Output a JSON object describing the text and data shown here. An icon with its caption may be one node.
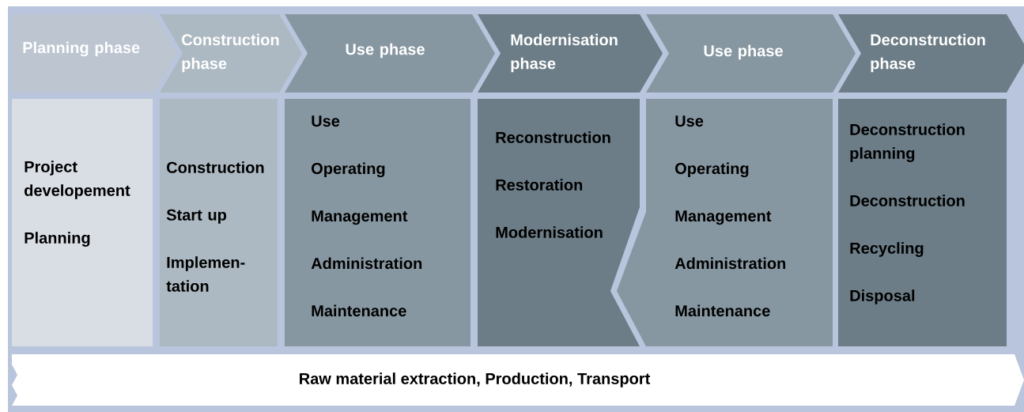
{
  "diagram": {
    "nodes": [
      {
        "text": [
          "Planning phase"
        ]
      },
      {
        "text": [
          "Construction phase"
        ]
      },
      {
        "text": [
          "Use phase"
        ]
      },
      {
        "text": [
          "Modernisation phase"
        ]
      },
      {
        "text": [
          "Use phase"
        ]
      },
      {
        "text": [
          "Deconstruction phase"
        ]
      },
      {
        "text": [
          "Project developement",
          "Planning"
        ]
      },
      {
        "text": [
          "Construction",
          "Start up",
          "Implemen-tation"
        ]
      },
      {
        "text": [
          "Use",
          "Operating",
          "Management",
          "Administration",
          "Maintenance"
        ]
      },
      {
        "text": [
          "Reconstruction",
          "Restoration",
          "Modernisation"
        ]
      },
      {
        "text": [
          "Use",
          "Operating",
          "Management",
          "Administration",
          "Maintenance"
        ]
      },
      {
        "text": [
          "Deconstruction planning",
          "Deconstruction",
          "Recycling",
          "Disposal"
        ]
      },
      {
        "text": [
          "Raw material extraction, Production, Transport"
        ]
      }
    ]
  }
}
